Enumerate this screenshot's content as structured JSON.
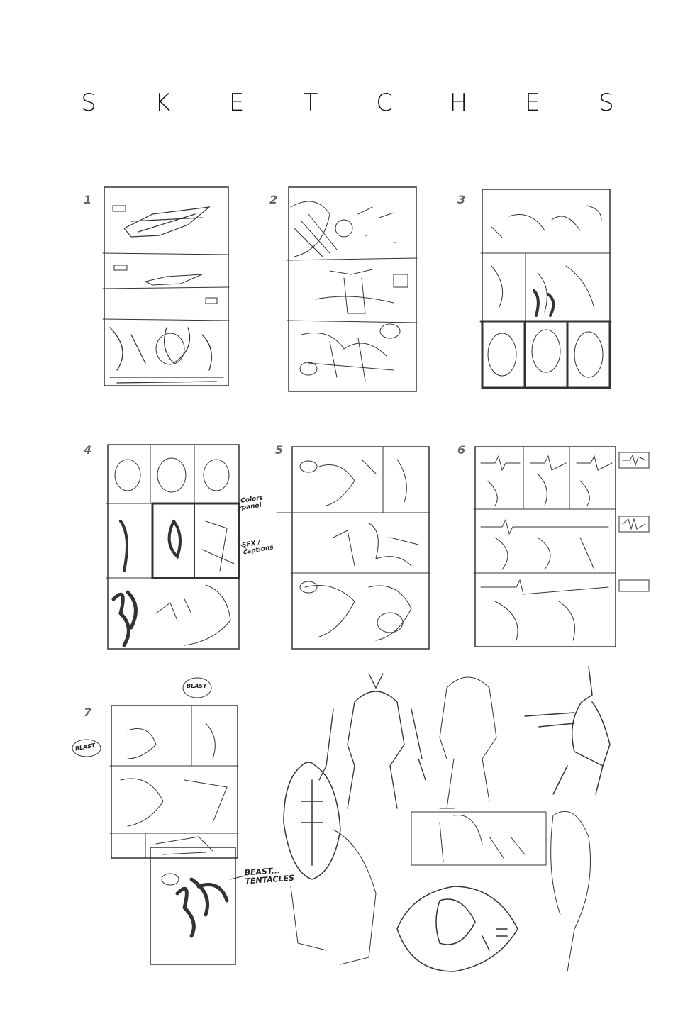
{
  "title": "SKETCHES",
  "title_letters": [
    "S",
    "K",
    "E",
    "T",
    "C",
    "H",
    "E",
    "S"
  ],
  "thumbnails": [
    {
      "number": "1"
    },
    {
      "number": "2"
    },
    {
      "number": "3"
    },
    {
      "number": "4",
      "notes": [
        "Colors panel",
        "SFX / captions"
      ]
    },
    {
      "number": "5"
    },
    {
      "number": "6"
    },
    {
      "number": "7",
      "notes": [
        "BLAST",
        "BLAST"
      ]
    }
  ],
  "character_sketch_notes": [
    "BEAST... TENTACLES"
  ]
}
